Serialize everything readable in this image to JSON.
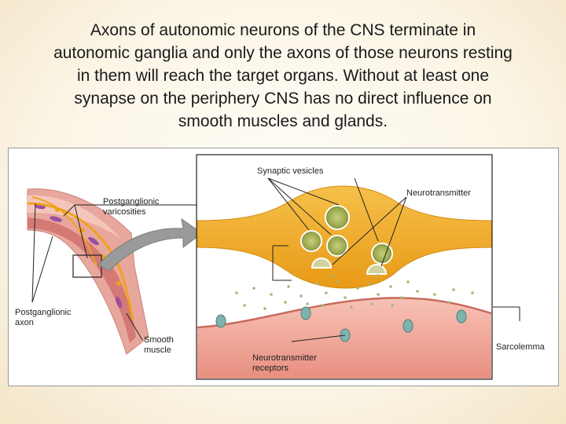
{
  "caption": {
    "line1": "Axons of autonomic neurons of the CNS terminate in",
    "line2": "autonomic ganglia and only the axons of those neurons resting",
    "line3": "in them will reach the target organs. Without at least one",
    "line4": "synapse on the periphery CNS has no direct influence on",
    "line5": "smooth muscles and glands."
  },
  "diagram": {
    "labels": {
      "postganglionic_varicosities_1": "Postganglionic",
      "postganglionic_varicosities_2": "varicosities",
      "postganglionic_axon_1": "Postganglionic",
      "postganglionic_axon_2": "axon",
      "smooth_muscle_1": "Smooth",
      "smooth_muscle_2": "muscle",
      "synaptic_vesicles": "Synaptic vesicles",
      "neurotransmitter": "Neurotransmitter",
      "neurotransmitter_receptors_1": "Neurotransmitter",
      "neurotransmitter_receptors_2": "receptors",
      "sarcolemma": "Sarcolemma"
    },
    "colors": {
      "axon": "#f2a91f",
      "vesicle": "#9aa84a",
      "muscle": "#f1a89a",
      "receptor": "#7fb3b0"
    }
  }
}
